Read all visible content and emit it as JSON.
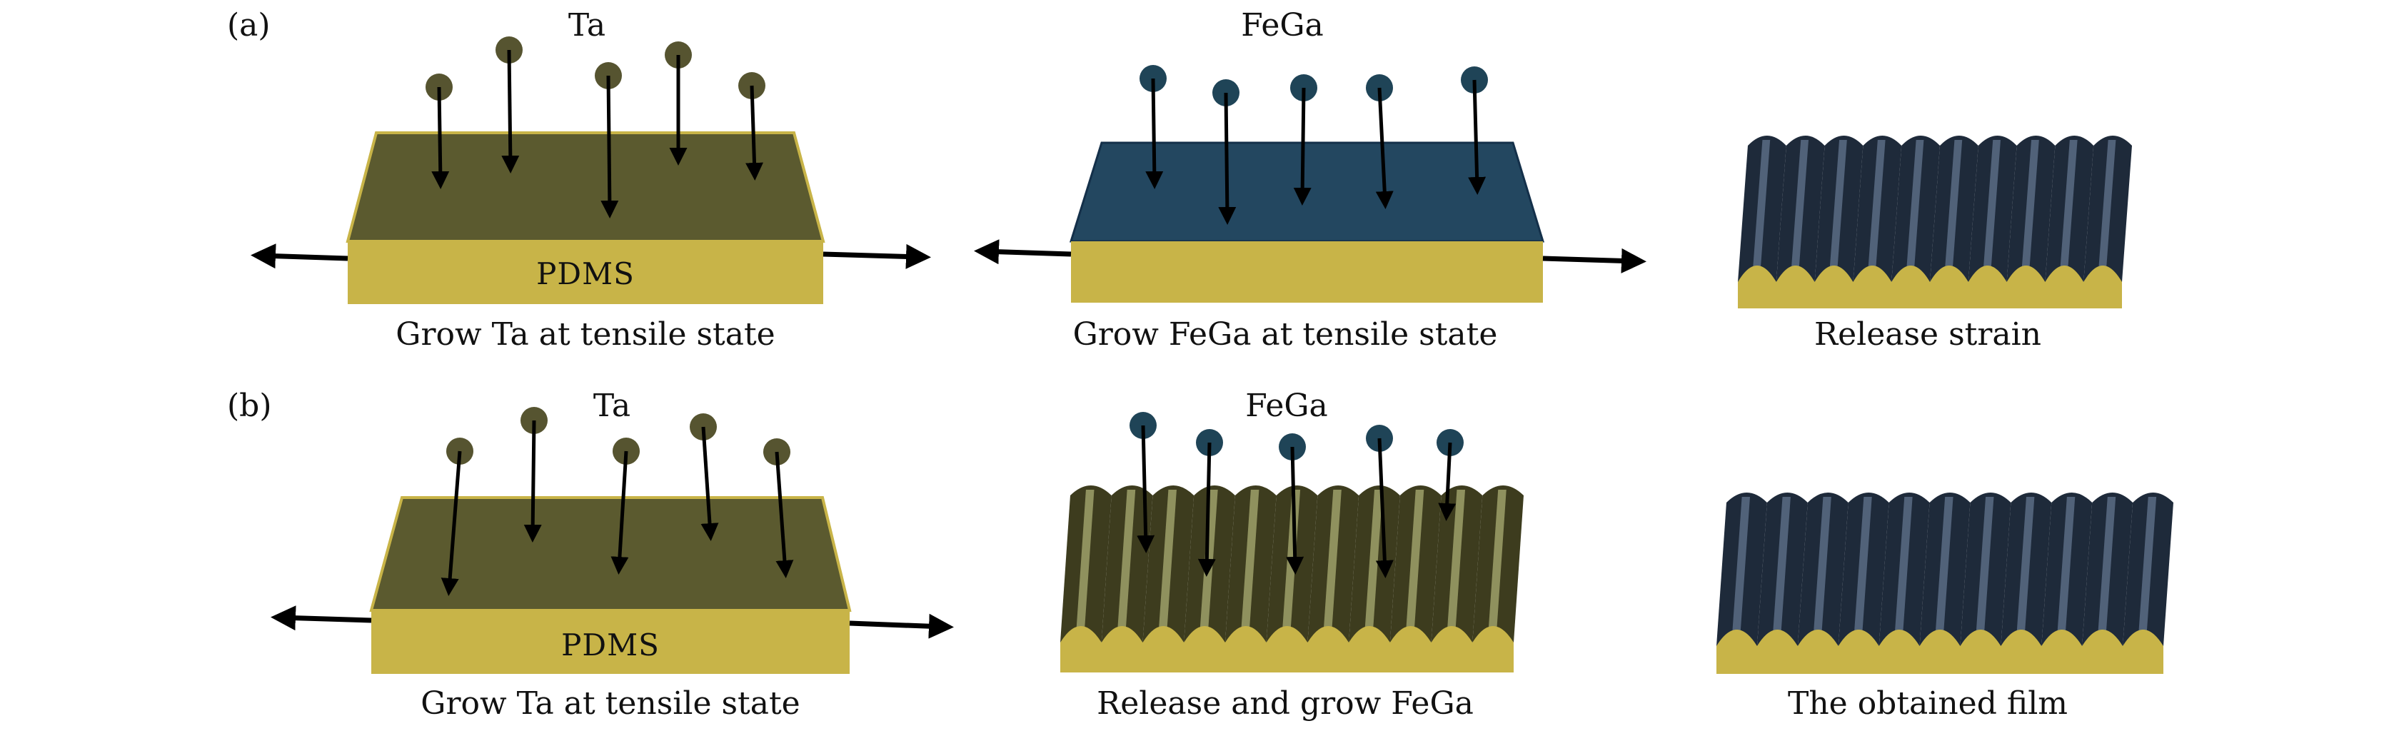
{
  "figure": {
    "colors": {
      "ta_film": "#5b5a2f",
      "ta_atom": "#565430",
      "fega_film": "#234760",
      "fega_atom": "#1f4457",
      "pdms": "#c8b448",
      "wrinkle_dark": "#1e2a3a",
      "wrinkle_light": "#5a6c85",
      "wrinkle_olive_dark": "#3d3c1e",
      "wrinkle_olive_light": "#9ea06a",
      "arrow": "#000000"
    },
    "row_a": {
      "label": "(a)",
      "panel1": {
        "material": "Ta",
        "substrate": "PDMS",
        "caption": "Grow Ta at tensile state"
      },
      "panel2": {
        "material": "FeGa",
        "caption": "Grow FeGa at tensile state"
      },
      "panel3": {
        "caption": "Release strain"
      }
    },
    "row_b": {
      "label": "(b)",
      "panel1": {
        "material": "Ta",
        "substrate": "PDMS",
        "caption": "Grow Ta at tensile state"
      },
      "panel2": {
        "material": "FeGa",
        "caption": "Release and grow FeGa"
      },
      "panel3": {
        "caption": "The obtained film"
      }
    }
  }
}
